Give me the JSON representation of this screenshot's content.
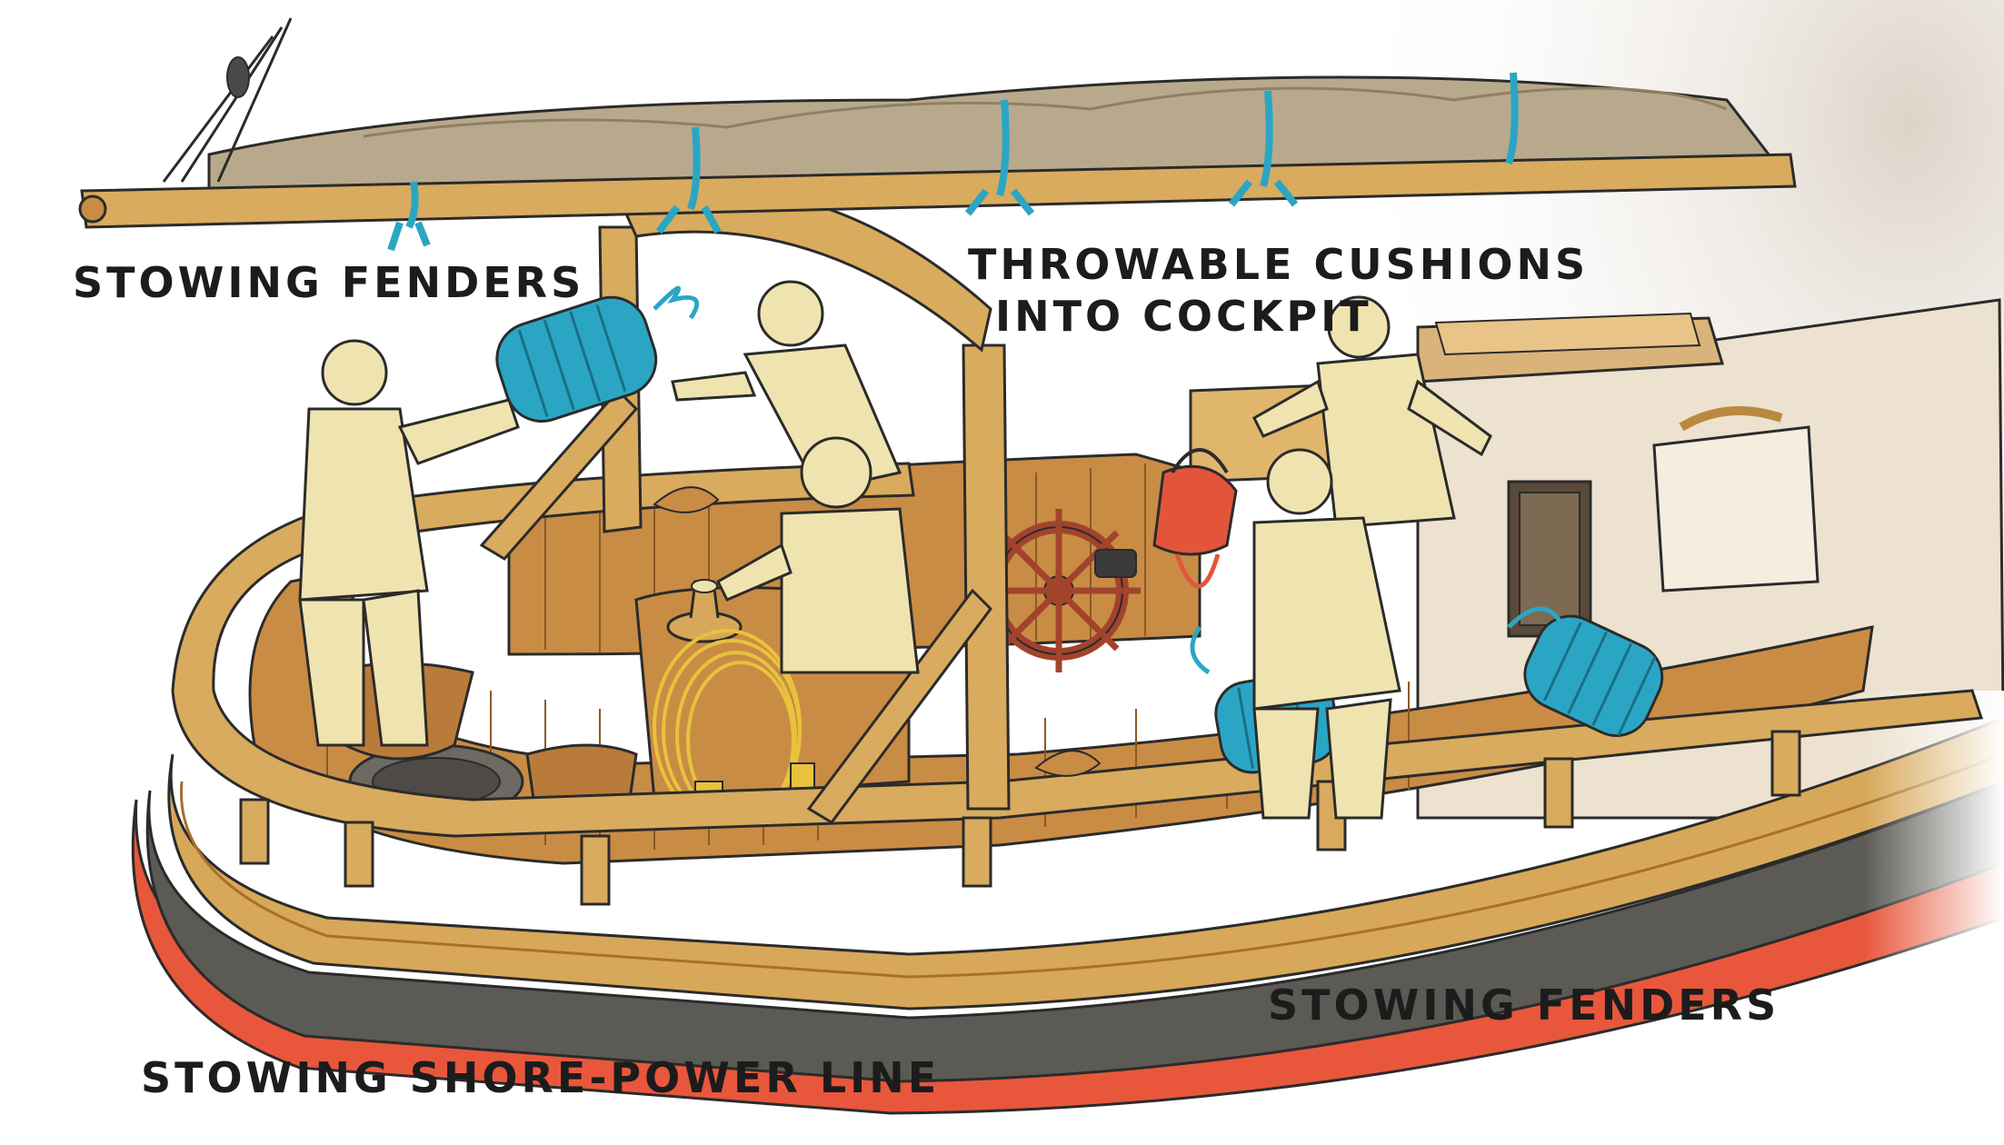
{
  "labels": {
    "stowing_fenders_top": "STOWING FENDERS",
    "throwable_cushions_line1": "THROWABLE CUSHIONS",
    "throwable_cushions_line2": "INTO COCKPIT",
    "stowing_fenders_bottom": "STOWING FENDERS",
    "stowing_shore_power_line": "STOWING SHORE-POWER LINE"
  },
  "colors": {
    "hull_dark": "#5c5a55",
    "hull_stripe": "#e8573c",
    "wood": "#d7a859",
    "wood_dark": "#a86f2e",
    "sail": "#b9a98c",
    "fender_blue": "#2aa6c4",
    "cushion_red": "#e2553b",
    "crew": "#efe4b0",
    "cabin": "#ece2cf"
  }
}
